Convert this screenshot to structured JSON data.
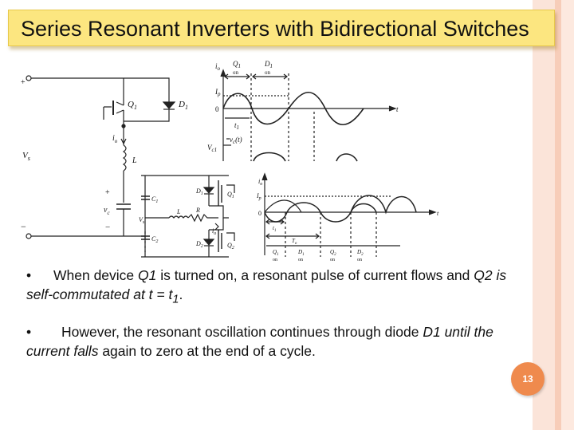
{
  "slide": {
    "title": "Series Resonant Inverters with Bidirectional Switches",
    "page_number": "13",
    "bullets": [
      {
        "marker": "•",
        "parts": [
          {
            "text": "When device ",
            "style": "normal"
          },
          {
            "text": "Q1",
            "style": "italic"
          },
          {
            "text": " is turned on, a resonant pulse of current flows and ",
            "style": "normal"
          },
          {
            "text": "Q2 is self-commutated at t = t",
            "style": "italic"
          },
          {
            "text": "1",
            "style": "italic-sub"
          },
          {
            "text": ".",
            "style": "normal"
          }
        ]
      },
      {
        "marker": "•",
        "parts": [
          {
            "text": "However, the resonant oscillation continues through diode ",
            "style": "normal"
          },
          {
            "text": "D1 until the current falls",
            "style": "italic"
          },
          {
            "text": " again to zero at the end of a cycle.",
            "style": "normal"
          }
        ]
      }
    ]
  },
  "figure": {
    "circuit1": {
      "source": "V",
      "source_sub": "s",
      "plus": "+",
      "minus": "−",
      "switch": "Q",
      "switch_sub": "1",
      "diode": "D",
      "diode_sub": "1",
      "current": "i",
      "current_sub": "o",
      "inductor": "L",
      "cap_voltage": "v",
      "cap_voltage_sub": "c",
      "cap_plus": "+",
      "cap_minus": "−"
    },
    "waveform1": {
      "y_label": "i",
      "y_label_sub": "o",
      "peak": "I",
      "peak_sub": "p",
      "zero": "0",
      "t_axis": "t",
      "t1": "t",
      "t1_sub": "1",
      "vc_label": "v",
      "vc_label_sub": "c",
      "vc_label_suffix": "(t)",
      "vc1": "V",
      "vc1_sub": "c1",
      "q1_label": "Q",
      "q1_sub": "1",
      "q1_state": "on",
      "d1_label": "D",
      "d1_sub": "1",
      "d1_state": "on"
    },
    "circuit2": {
      "c1": "C",
      "c1_sub": "1",
      "c2": "C",
      "c2_sub": "2",
      "vs": "V",
      "vs_sub": "s",
      "l": "L",
      "r": "R",
      "io": "i",
      "io_sub": "o",
      "d1": "D",
      "d1_sub": "1",
      "q1": "Q",
      "q1_sub": "1",
      "d2": "D",
      "d2_sub": "2",
      "q2": "Q",
      "q2_sub": "2"
    },
    "waveform2": {
      "y_label": "i",
      "y_label_sub": "o",
      "peak": "I",
      "peak_sub": "p",
      "zero": "0",
      "t_axis": "t",
      "t1": "t",
      "t1_sub": "1",
      "period": "T",
      "period_sub": "o",
      "states": [
        {
          "dev": "Q",
          "sub": "1",
          "state": "on"
        },
        {
          "dev": "D",
          "sub": "1",
          "state": "on"
        },
        {
          "dev": "Q",
          "sub": "2",
          "state": "on"
        },
        {
          "dev": "D",
          "sub": "2",
          "state": "on"
        }
      ]
    }
  }
}
